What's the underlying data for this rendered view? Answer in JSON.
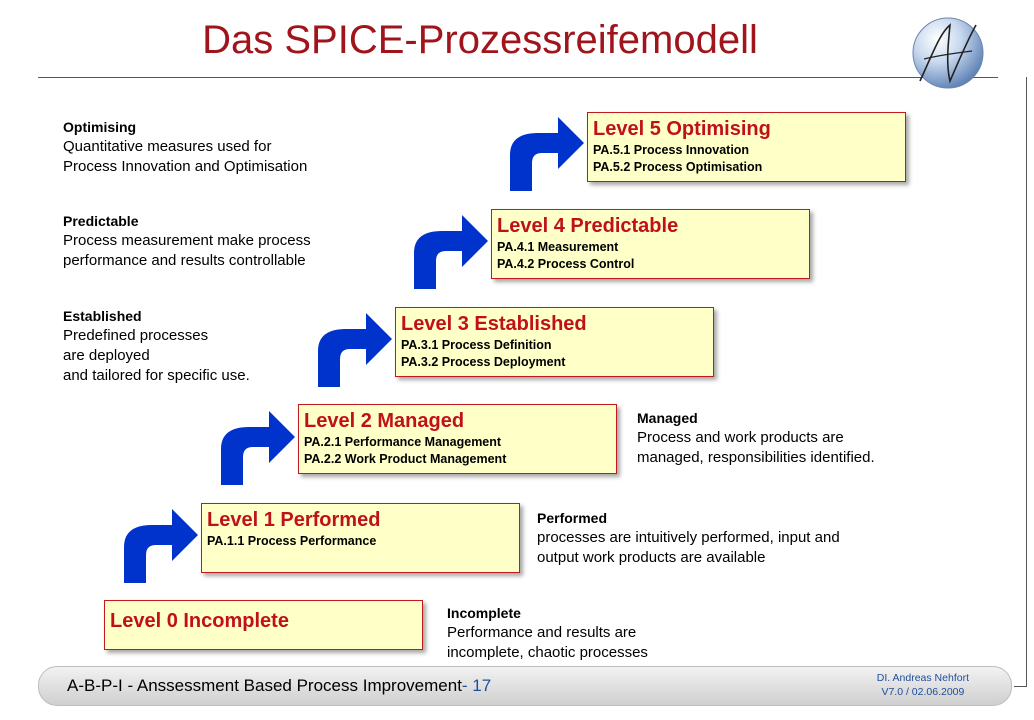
{
  "slide": {
    "title": "Das SPICE-Prozessreifemodell",
    "levels": [
      {
        "name": "Level 0 Incomplete",
        "attributes": []
      },
      {
        "name": "Level 1 Performed",
        "attributes": [
          "PA.1.1 Process Performance"
        ]
      },
      {
        "name": "Level 2 Managed",
        "attributes": [
          "PA.2.1 Performance Management",
          "PA.2.2 Work Product Management"
        ]
      },
      {
        "name": "Level 3 Established",
        "attributes": [
          "PA.3.1 Process Definition",
          "PA.3.2 Process Deployment"
        ]
      },
      {
        "name": "Level 4 Predictable",
        "attributes": [
          "PA.4.1 Measurement",
          "PA.4.2 Process Control"
        ]
      },
      {
        "name": "Level 5 Optimising",
        "attributes": [
          "PA.5.1 Process Innovation",
          "PA.5.2 Process Optimisation"
        ]
      }
    ],
    "descriptions": {
      "optimising": {
        "heading": "Optimising",
        "text": "Quantitative measures used for\nProcess Innovation and Optimisation"
      },
      "predictable": {
        "heading": "Predictable",
        "text": "Process measurement make process\nperformance and results controllable"
      },
      "established": {
        "heading": "Established",
        "text": "Predefined processes\nare deployed\nand tailored for specific use."
      },
      "managed": {
        "heading": "Managed",
        "text": "Process and work products are\nmanaged, responsibilities identified."
      },
      "performed": {
        "heading": "Performed",
        "text": "processes are intuitively performed, input and\noutput work products are available"
      },
      "incomplete": {
        "heading": "Incomplete",
        "text": "Performance and results are\nincomplete, chaotic processes"
      }
    },
    "footer": {
      "main": "A-B-P-I - Anssessment Based Process Improvement",
      "page": "- 17",
      "author": "DI. Andreas Nehfort",
      "version": "V7.0  /  02.06.2009"
    },
    "colors": {
      "title": "#a0151c",
      "level_text": "#c0111b",
      "box_fill": "#ffffc8",
      "arrow": "#0033cc",
      "footer_text": "#1f4e9b"
    }
  }
}
